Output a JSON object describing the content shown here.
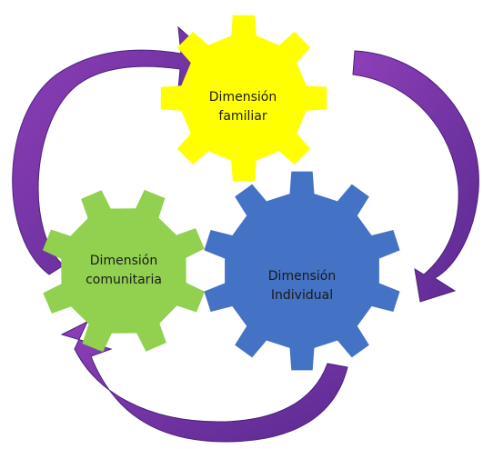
{
  "diagram": {
    "gears": {
      "familiar": {
        "line1": "Dimensión",
        "line2": "familiar",
        "color": "#FFFF00",
        "text_color": "#1a1a1a"
      },
      "comunitaria": {
        "line1": "Dimensión",
        "line2": "comunitaria",
        "color": "#92D050",
        "text_color": "#1a1a1a"
      },
      "individual": {
        "line1": "Dimensión",
        "line2": "Individual",
        "color": "#4472C4",
        "text_color": "#1a1a1a"
      }
    },
    "arrow_color": "#7030A0",
    "arrow_edge_color": "#4B2180",
    "arrow_count": 3
  }
}
